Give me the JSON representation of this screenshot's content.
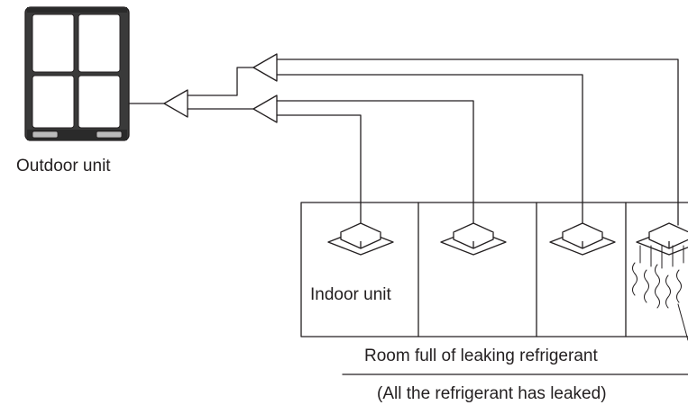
{
  "labels": {
    "outdoor_unit": "Outdoor unit",
    "indoor_unit": "Indoor unit",
    "caption_line1": "Room full of leaking refrigerant",
    "caption_line2": "(All the refrigerant has leaked)"
  },
  "colors": {
    "line": "#231f20",
    "unit_body": "#3a3a3a",
    "background": "#ffffff"
  },
  "icons": {
    "outdoor_unit": "outdoor-unit-icon",
    "branch_joint": "branch-joint-icon",
    "indoor_unit": "ceiling-cassette-icon",
    "leak": "refrigerant-leak-icon"
  }
}
